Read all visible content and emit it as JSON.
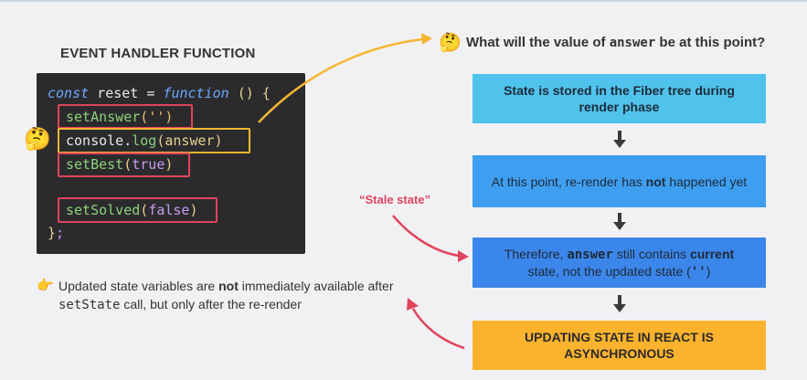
{
  "section_title": "EVENT HANDLER FUNCTION",
  "code": {
    "line1_kw1": "const",
    "line1_name": " reset = ",
    "line1_kw2": "function",
    "line1_paren": " () {",
    "set_answer_fn": "setAnswer",
    "set_answer_arg": "('')",
    "console_obj": "console",
    "console_dot": ".",
    "console_fn": "log",
    "console_arg": "(answer)",
    "set_best_fn": "setBest",
    "set_best_open": "(",
    "set_best_arg": "true",
    "set_best_close": ")",
    "set_solved_fn": "setSolved",
    "set_solved_open": "(",
    "set_solved_arg": "false",
    "set_solved_close": ")",
    "closing_brace": "}",
    "closing_semi": ";"
  },
  "question": {
    "prefix": "What will the value of ",
    "variable": "answer",
    "suffix": " be at this point?"
  },
  "flow": {
    "step1": "State is stored in the Fiber tree during render phase",
    "step2_a": "At this point, re-render has ",
    "step2_b": "not",
    "step2_c": " happened yet",
    "step3_a": "Therefore, ",
    "step3_var": "answer",
    "step3_b": " still contains ",
    "step3_c": "current",
    "step3_d": " state, not the updated state (",
    "step3_val": "''",
    "step3_e": ")",
    "step4": "UPDATING STATE IN REACT IS ASYNCHRONOUS"
  },
  "stale_label": "“Stale state”",
  "note": {
    "a": "Updated state variables are ",
    "b": "not",
    "c": " immediately available after ",
    "d": "setState",
    "e": " call, but only after the re-render"
  },
  "icons": {
    "thinking": "thinking-face-icon",
    "pointer": "hand-pointing-right-icon"
  },
  "colors": {
    "highlight_red": "#e0445c",
    "highlight_yellow": "#f5b731",
    "flow_light_blue": "#4fc3ec",
    "flow_mid_blue": "#3e9ff0",
    "flow_blue": "#3b86ea",
    "flow_orange": "#fbb32e"
  }
}
